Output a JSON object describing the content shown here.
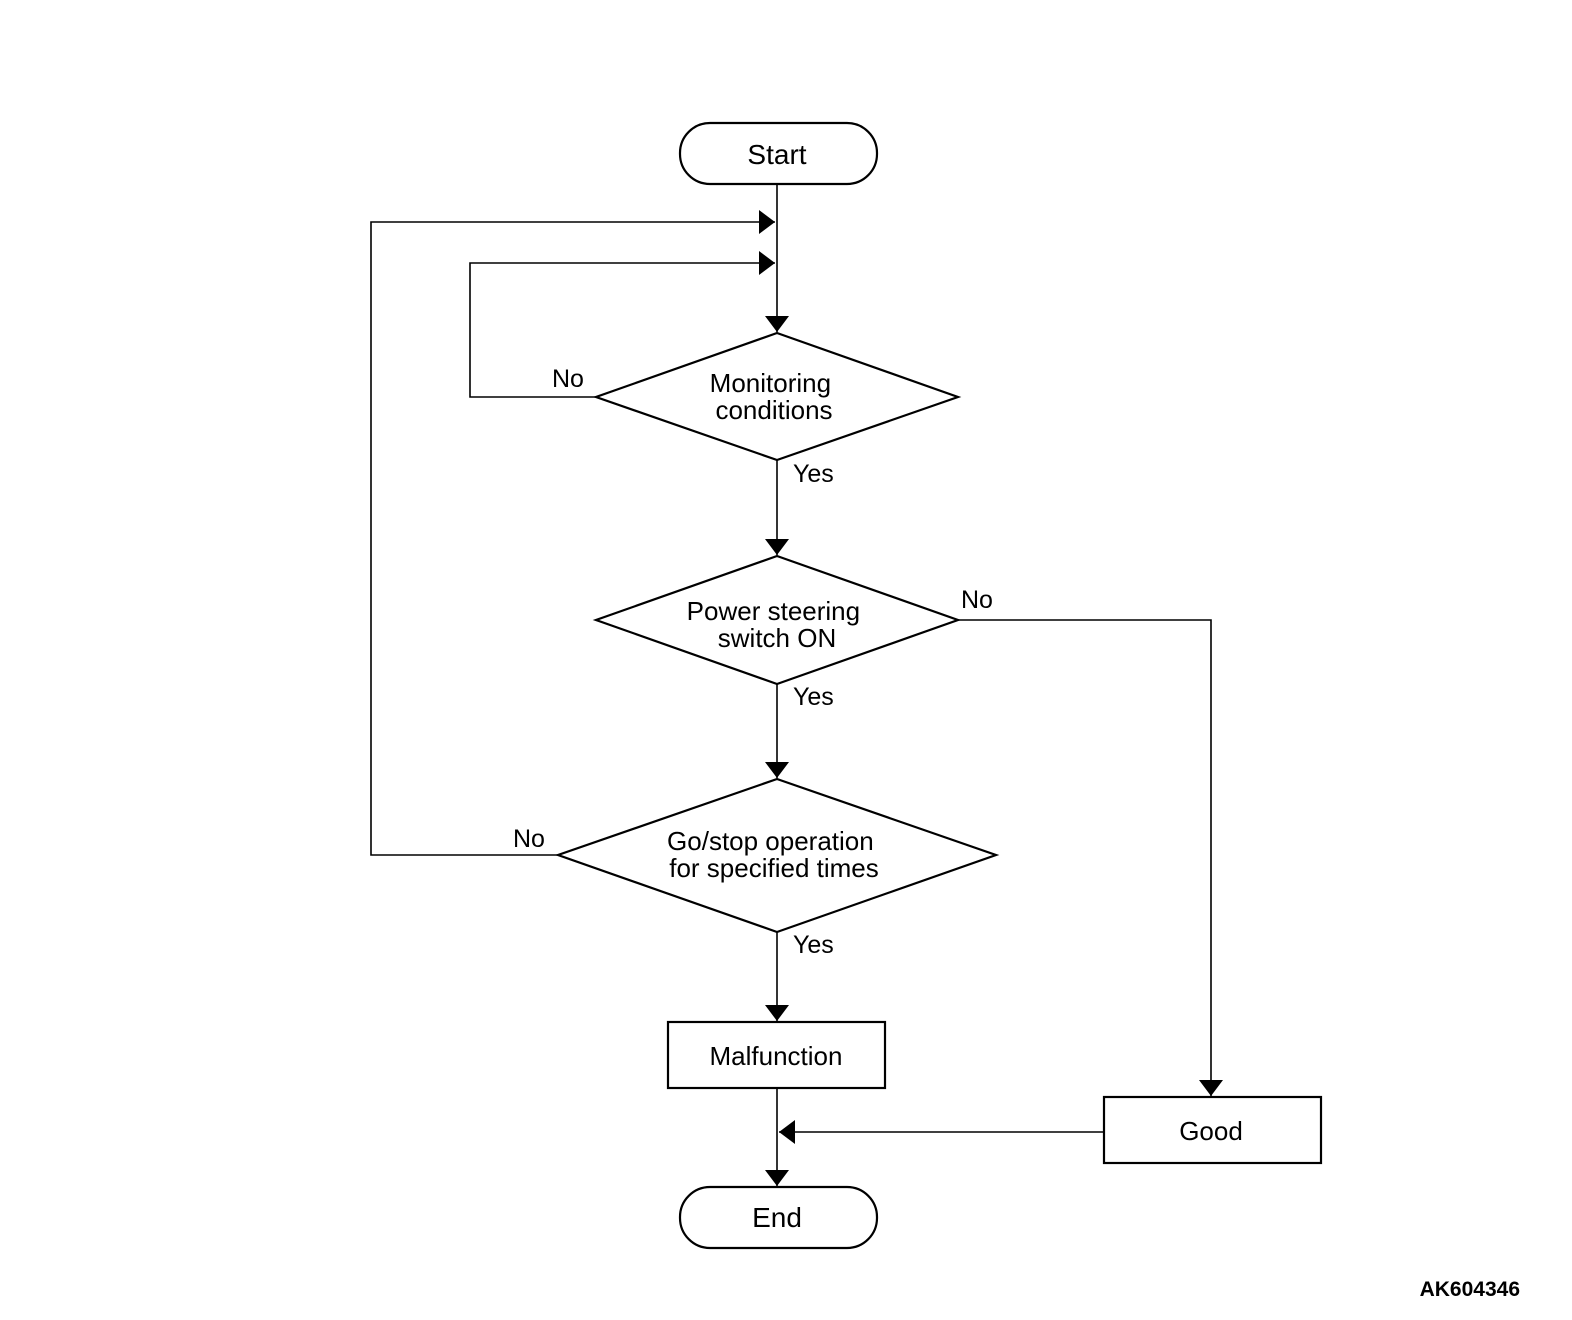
{
  "figure_id": "AK604346",
  "nodes": {
    "start": "Start",
    "monitoring": [
      "Monitoring",
      "conditions"
    ],
    "power_steering": [
      "Power steering",
      "switch ON"
    ],
    "go_stop": [
      "Go/stop operation",
      "for specified times"
    ],
    "malfunction": "Malfunction",
    "good": "Good",
    "end": "End"
  },
  "branch_labels": {
    "monitoring_no": "No",
    "monitoring_yes": "Yes",
    "power_steering_no": "No",
    "power_steering_yes": "Yes",
    "go_stop_no": "No",
    "go_stop_yes": "Yes"
  }
}
